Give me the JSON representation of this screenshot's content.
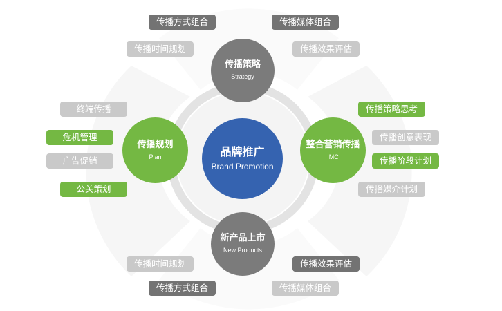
{
  "diagram": {
    "center": {
      "title": "品牌推广",
      "subtitle": "Brand Promotion",
      "color": "#3563b0"
    },
    "nodes": {
      "top": {
        "title": "传播策略",
        "subtitle": "Strategy",
        "color": "#7b7b7b"
      },
      "left": {
        "title": "传播规划",
        "subtitle": "Plan",
        "color": "#74b843"
      },
      "right": {
        "title": "整合营销传播",
        "subtitle": "IMC",
        "color": "#74b843"
      },
      "bottom": {
        "title": "新产品上市",
        "subtitle": "New Products",
        "color": "#7b7b7b"
      }
    },
    "tags": {
      "top": [
        {
          "label": "传播方式组合",
          "style": "dark"
        },
        {
          "label": "传播媒体组合",
          "style": "dark"
        },
        {
          "label": "传播时间规划",
          "style": "light"
        },
        {
          "label": "传播效果评估",
          "style": "light"
        }
      ],
      "left": [
        {
          "label": "终端传播",
          "style": "light"
        },
        {
          "label": "危机管理",
          "style": "green"
        },
        {
          "label": "广告促销",
          "style": "light"
        },
        {
          "label": "公关策划",
          "style": "green"
        }
      ],
      "right": [
        {
          "label": "传播策略思考",
          "style": "green"
        },
        {
          "label": "传播创意表现",
          "style": "light"
        },
        {
          "label": "传播阶段计划",
          "style": "green"
        },
        {
          "label": "传播媒介计划",
          "style": "light"
        }
      ],
      "bottom": [
        {
          "label": "传播时间规划",
          "style": "light"
        },
        {
          "label": "传播效果评估",
          "style": "dark"
        },
        {
          "label": "传播方式组合",
          "style": "dark"
        },
        {
          "label": "传播媒体组合",
          "style": "light"
        }
      ]
    },
    "colors": {
      "dark_tag": "#737373",
      "light_tag": "#c9c9c9",
      "green": "#74b843",
      "ring": "#e3e3e3"
    }
  }
}
